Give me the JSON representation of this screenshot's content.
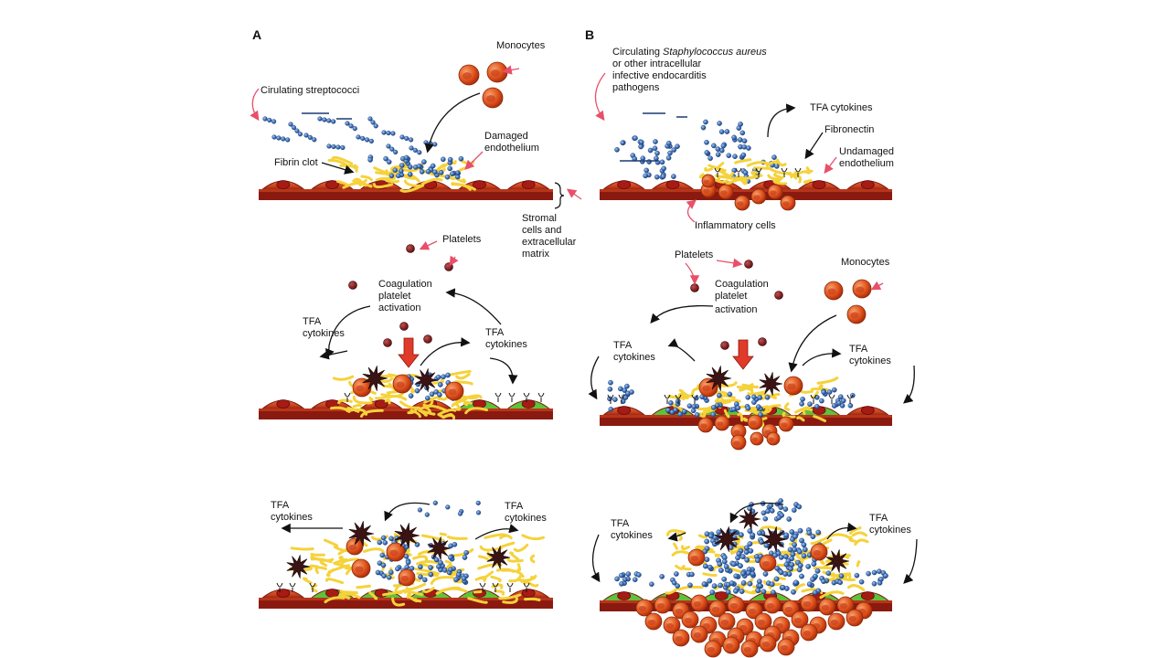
{
  "panels": {
    "a": {
      "letter": "A"
    },
    "b": {
      "letter": "B"
    }
  },
  "labels": {
    "a_monocytes": "Monocytes",
    "a_circulating": "Cirulating streptococci",
    "a_damaged_1": "Damaged",
    "a_damaged_2": "endothelium",
    "a_fibrin": "Fibrin clot",
    "a_stromal_1": "Stromal",
    "a_stromal_2": "cells and",
    "a_stromal_3": "extracellular",
    "a_stromal_4": "matrix",
    "a_platelets": "Platelets",
    "a_coag_1": "Coagulation",
    "a_coag_2": "platelet",
    "a_coag_3": "activation",
    "a_tfa_left_1": "TFA",
    "a_tfa_left_2": "cytokines",
    "a_tfa_right_1": "TFA",
    "a_tfa_right_2": "cytokines",
    "a3_tfa_left_1": "TFA",
    "a3_tfa_left_2": "cytokines",
    "a3_tfa_right_1": "TFA",
    "a3_tfa_right_2": "cytokines",
    "b_circ_1a": "Circulating ",
    "b_circ_1b": "Staphylococcus aureus",
    "b_circ_2": "or other intracellular",
    "b_circ_3": "infective endocarditis",
    "b_circ_4": "pathogens",
    "b_tfa_top": "TFA cytokines",
    "b_fibronectin": "Fibronectin",
    "b_undamaged_1": "Undamaged",
    "b_undamaged_2": "endothelium",
    "b_inflammatory": "Inflammatory cells",
    "b_platelets": "Platelets",
    "b_coag_1": "Coagulation",
    "b_coag_2": "platelet",
    "b_coag_3": "activation",
    "b_monocytes": "Monocytes",
    "b_tfa_left_1": "TFA",
    "b_tfa_left_2": "cytokines",
    "b_tfa_right_1": "TFA",
    "b_tfa_right_2": "cytokines",
    "b3_tfa_left_1": "TFA",
    "b3_tfa_left_2": "cytokines",
    "b3_tfa_right_1": "TFA",
    "b3_tfa_right_2": "cytokines"
  },
  "colors": {
    "endothelium": "#d2451e",
    "endothelium_dark": "#8a1a10",
    "nucleus": "#a81a14",
    "activated_cell": "#5fc23a",
    "fibrin": "#f5d23a",
    "bacteria": "#3a6fb8",
    "monocyte": "#e0521c",
    "platelet": "#7a1212",
    "arrow_pink": "#e8506a",
    "arrow_red": "#e03a2a"
  }
}
